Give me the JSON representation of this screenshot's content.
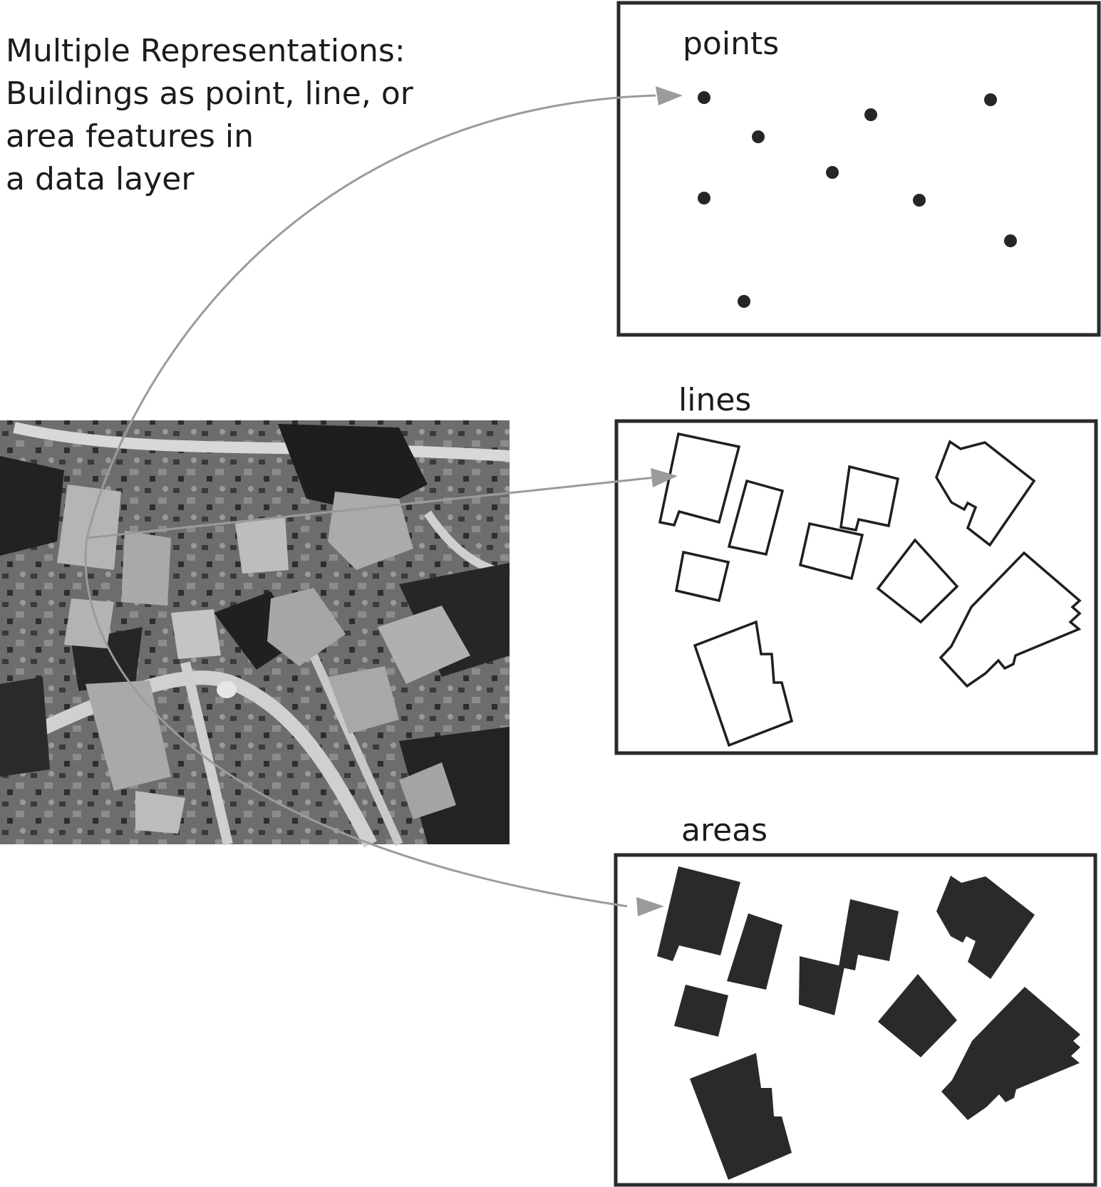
{
  "title": {
    "lines": [
      "Multiple Representations:",
      "Buildings as point, line, or",
      "area features in",
      "a data layer"
    ]
  },
  "panels": {
    "points": {
      "label": "points"
    },
    "lines": {
      "label": "lines"
    },
    "areas": {
      "label": "areas"
    }
  },
  "aerial_photo": {
    "description_color": "#7a7a7a"
  },
  "colors": {
    "ink": "#1f1f1f",
    "arrow": "#9b9b9b",
    "frame": "#2a2a2a"
  }
}
